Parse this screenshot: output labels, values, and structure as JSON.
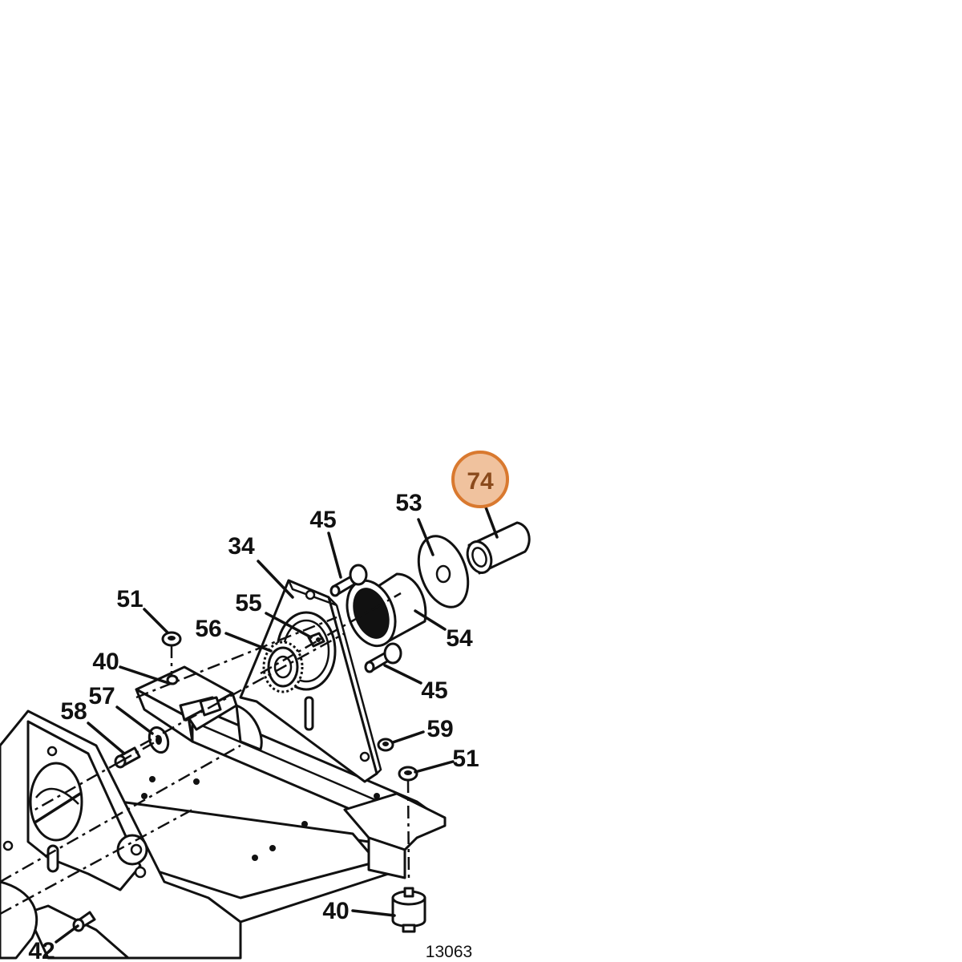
{
  "figure_number": "13063",
  "highlighted_callout": "74",
  "callouts": [
    {
      "id": "74",
      "label": "74"
    },
    {
      "id": "53",
      "label": "53"
    },
    {
      "id": "45-top",
      "label": "45"
    },
    {
      "id": "34",
      "label": "34"
    },
    {
      "id": "55",
      "label": "55"
    },
    {
      "id": "56",
      "label": "56"
    },
    {
      "id": "54",
      "label": "54"
    },
    {
      "id": "45-bottom",
      "label": "45"
    },
    {
      "id": "51-left",
      "label": "51"
    },
    {
      "id": "40-top",
      "label": "40"
    },
    {
      "id": "57",
      "label": "57"
    },
    {
      "id": "58",
      "label": "58"
    },
    {
      "id": "59",
      "label": "59"
    },
    {
      "id": "51-right",
      "label": "51"
    },
    {
      "id": "40-bottom",
      "label": "40"
    },
    {
      "id": "42",
      "label": "42"
    }
  ],
  "colors": {
    "line": "#111111",
    "highlight_fill": "#f0c29e",
    "highlight_ring": "#d9792f",
    "highlight_text": "#8a4a1c"
  }
}
